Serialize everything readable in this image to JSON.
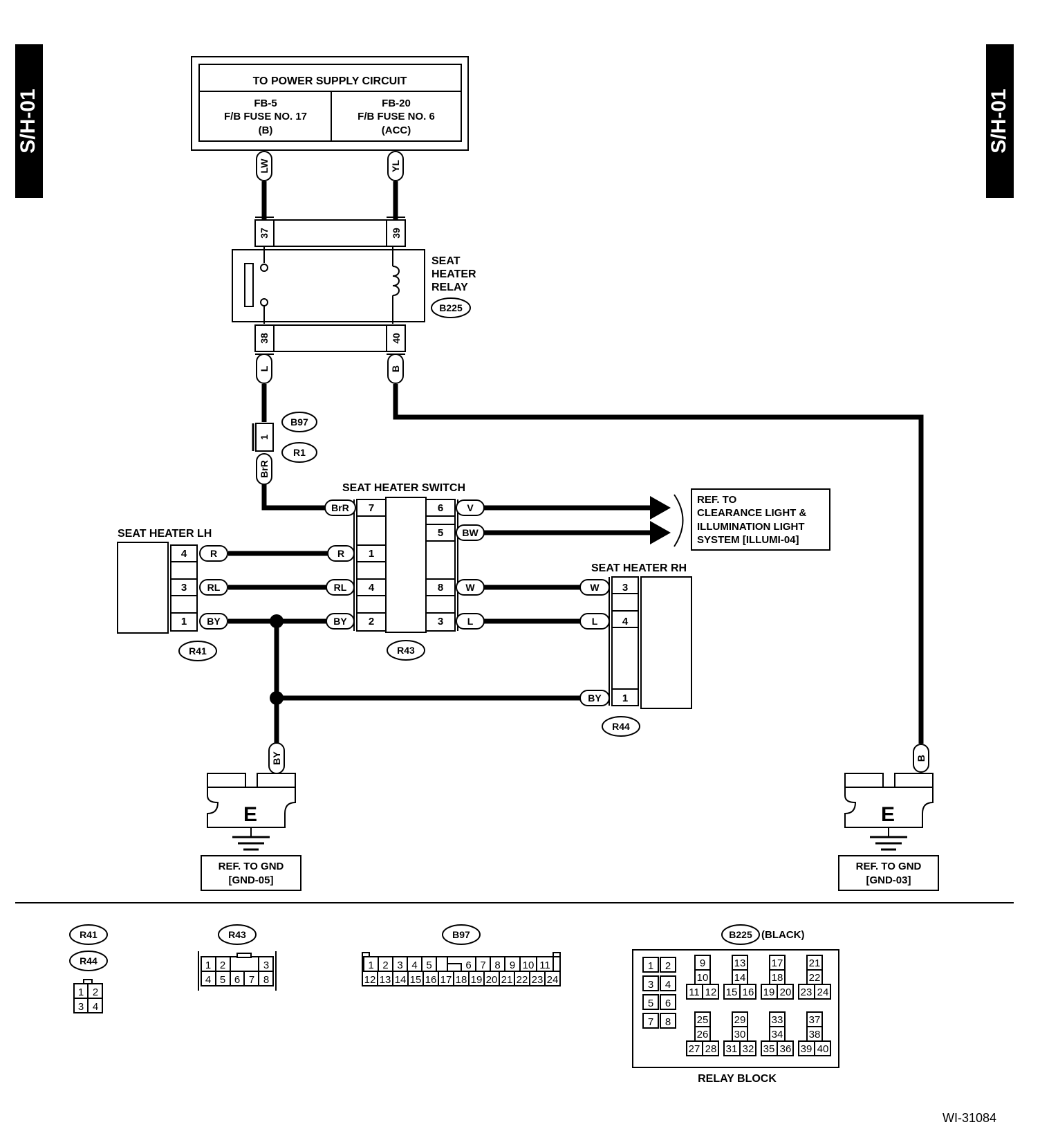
{
  "tabs": {
    "left": "S/H-01",
    "right": "S/H-01"
  },
  "power_supply": {
    "title": "TO POWER SUPPLY CIRCUIT",
    "left": [
      "FB-5",
      "F/B FUSE NO. 17",
      "(B)"
    ],
    "right": [
      "FB-20",
      "F/B FUSE NO. 6",
      "(ACC)"
    ]
  },
  "wires": {
    "lw": "LW",
    "yl": "YL",
    "l_top": "L",
    "b_top": "B",
    "brr_top": "BrR",
    "sw_brr": "BrR",
    "sw_r": "R",
    "sw_rl": "RL",
    "sw_by": "BY",
    "sw_v": "V",
    "sw_bw": "BW",
    "sw_w": "W",
    "sw_l": "L",
    "lh_r": "R",
    "lh_rl": "RL",
    "lh_by": "BY",
    "rh_w": "W",
    "rh_l": "L",
    "rh_by": "BY",
    "gnd_left_by": "BY",
    "gnd_right_b": "B"
  },
  "relay": {
    "name_lines": [
      "SEAT",
      "HEATER",
      "RELAY"
    ],
    "connector": "B225",
    "pins": {
      "p37": "37",
      "p39": "39",
      "p38": "38",
      "p40": "40"
    }
  },
  "joint": {
    "pin": "1",
    "c1": "B97",
    "c2": "R1"
  },
  "switch": {
    "title": "SEAT HEATER SWITCH",
    "connector": "R43",
    "left_pins": [
      "7",
      "1",
      "4",
      "2"
    ],
    "right_pins": [
      "6",
      "5",
      "8",
      "3"
    ]
  },
  "ref_illum": [
    "REF. TO",
    "CLEARANCE LIGHT &",
    "ILLUMINATION LIGHT",
    "SYSTEM [ILLUMI-04]"
  ],
  "heater_lh": {
    "title": "SEAT HEATER LH",
    "connector": "R41",
    "pins": [
      "4",
      "3",
      "1"
    ]
  },
  "heater_rh": {
    "title": "SEAT HEATER RH",
    "connector": "R44",
    "pins": [
      "3",
      "4",
      "1"
    ]
  },
  "ground_left": {
    "letter": "E",
    "ref": [
      "REF. TO GND",
      "[GND-05]"
    ]
  },
  "ground_right": {
    "letter": "E",
    "ref": [
      "REF. TO GND",
      "[GND-03]"
    ]
  },
  "connectors": {
    "r41": "R41",
    "r44": "R44",
    "r41_pins": [
      "1",
      "2",
      "3",
      "4"
    ],
    "r43": "R43",
    "r43_row1": [
      "1",
      "2",
      "3"
    ],
    "r43_row2": [
      "4",
      "5",
      "6",
      "7",
      "8"
    ],
    "b97": "B97",
    "b97_row1": [
      "1",
      "2",
      "3",
      "4",
      "5",
      "6",
      "7",
      "8",
      "9",
      "10",
      "11"
    ],
    "b97_row2": [
      "12",
      "13",
      "14",
      "15",
      "16",
      "17",
      "18",
      "19",
      "20",
      "21",
      "22",
      "23",
      "24"
    ],
    "b225": "B225",
    "b225_color": "(BLACK)",
    "relay_block_label": "RELAY BLOCK",
    "b225_left": [
      "1",
      "2",
      "3",
      "4",
      "5",
      "6",
      "7",
      "8"
    ],
    "b225_groups_top": [
      [
        "9",
        "10",
        "11",
        "12"
      ],
      [
        "13",
        "14",
        "15",
        "16"
      ],
      [
        "17",
        "18",
        "19",
        "20"
      ],
      [
        "21",
        "22",
        "23",
        "24"
      ]
    ],
    "b225_groups_bottom": [
      [
        "25",
        "26",
        "27",
        "28"
      ],
      [
        "29",
        "30",
        "31",
        "32"
      ],
      [
        "33",
        "34",
        "35",
        "36"
      ],
      [
        "37",
        "38",
        "39",
        "40"
      ]
    ]
  },
  "figure_id": "WI-31084"
}
